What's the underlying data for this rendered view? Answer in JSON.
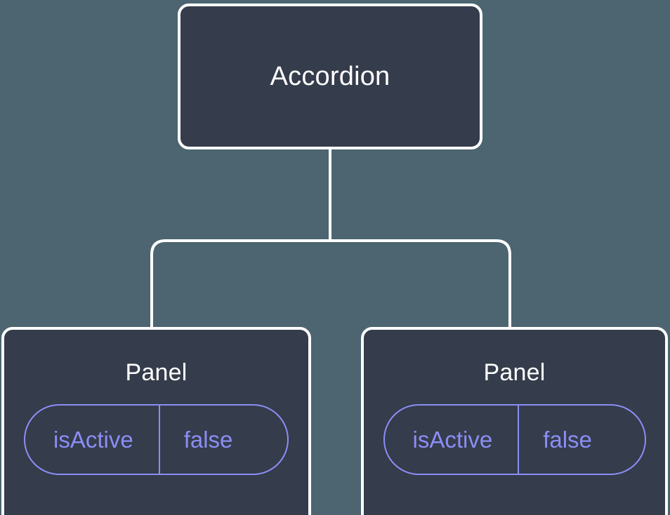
{
  "canvas": {
    "background_color": "#4c6570",
    "node_fill_color": "#353c4b",
    "node_border_color": "#ffffff",
    "connector_color": "#ffffff",
    "accent_color": "#8b8ef5",
    "title_color": "#ffffff"
  },
  "tree": {
    "root": {
      "label": "Accordion",
      "props": []
    },
    "children": [
      {
        "label": "Panel",
        "props": [
          {
            "key": "isActive",
            "value": "false"
          }
        ]
      },
      {
        "label": "Panel",
        "props": [
          {
            "key": "isActive",
            "value": "false"
          }
        ]
      }
    ]
  }
}
